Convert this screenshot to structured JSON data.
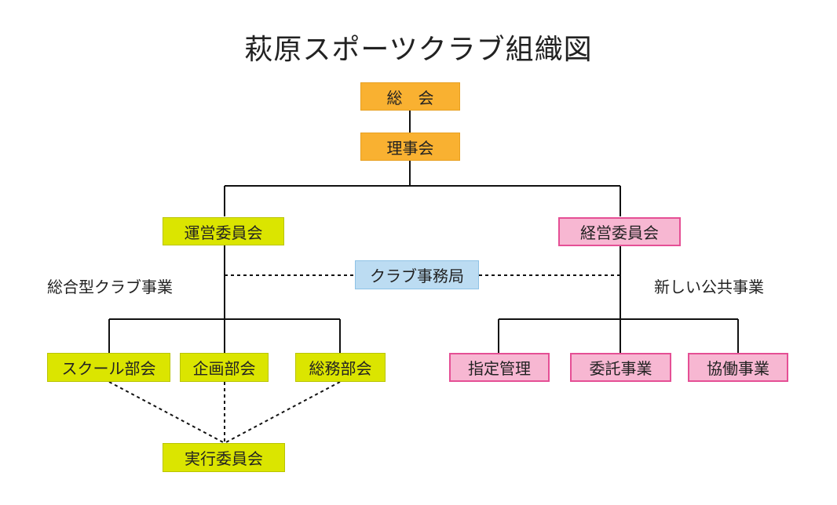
{
  "title": "萩原スポーツクラブ組織図",
  "nodes": {
    "general_assembly": "総　会",
    "board": "理事会",
    "operations_committee": "運営委員会",
    "management_committee": "経営委員会",
    "club_office": "クラブ事務局",
    "school_dept": "スクール部会",
    "planning_dept": "企画部会",
    "general_affairs_dept": "総務部会",
    "executive_committee": "実行委員会",
    "designated_management": "指定管理",
    "commissioned_business": "委託事業",
    "collaborative_business": "協働事業"
  },
  "labels": {
    "comprehensive_club_business": "総合型クラブ事業",
    "new_public_business": "新しい公共事業"
  },
  "colors": {
    "top": "#f9b131",
    "operations": "#dbe500",
    "management": "#f7b7d2",
    "management_border": "#e54f95",
    "office": "#bcdcf2"
  }
}
